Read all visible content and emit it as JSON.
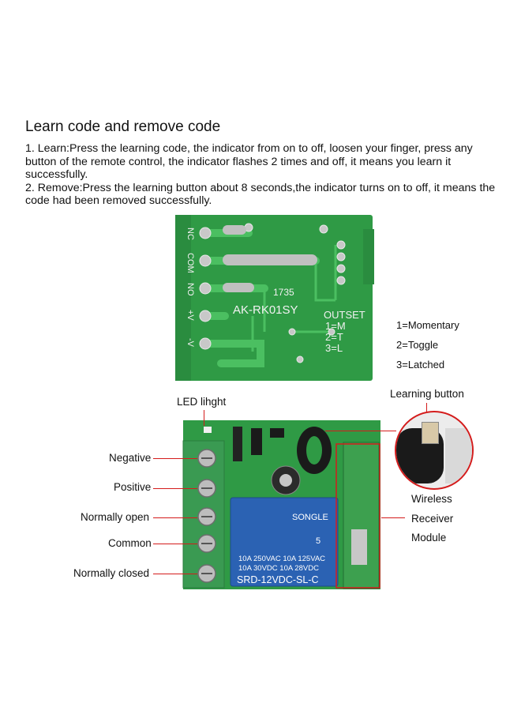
{
  "heading": "Learn code and remove code",
  "instructions": [
    "1. Learn:Press the learning code, the indicator from on to off, loosen your finger, press any button of the remote control, the indicator flashes 2 times and off, it means you learn it successfully.",
    "2. Remove:Press the learning button about 8 seconds,the indicator turns on to off, it means the code had been removed successfully."
  ],
  "top_board": {
    "pin_labels": [
      "NC",
      "COM",
      "NO",
      "+V",
      "-V"
    ],
    "silkscreen_code": "1735",
    "model": "AK-RK01SY",
    "outset_title": "OUTSET",
    "outset_options": [
      "1=M",
      "2=T",
      "3=L"
    ]
  },
  "modes": [
    "1=Momentary",
    "2=Toggle",
    "3=Latched"
  ],
  "callouts": {
    "led": "LED lihght",
    "learning_button": "Learning button",
    "terminals": [
      "Negative",
      "Positive",
      "Normally open",
      "Common",
      "Normally closed"
    ],
    "module": [
      "Wireless",
      "Receiver",
      "Module"
    ]
  },
  "relay": {
    "brand": "SONGLE",
    "ratings": [
      "10A 250VAC  10A 125VAC",
      "10A 30VDC  10A 28VDC"
    ],
    "model": "SRD-12VDC-SL-C",
    "ul_number": "5"
  },
  "colors": {
    "pcb": "#2f9a45",
    "pcb_dark": "#1f7a33",
    "trace": "#48b85c",
    "callout": "#d41c1c",
    "relay": "#2b62b3",
    "terminal": "#3a9a52"
  }
}
